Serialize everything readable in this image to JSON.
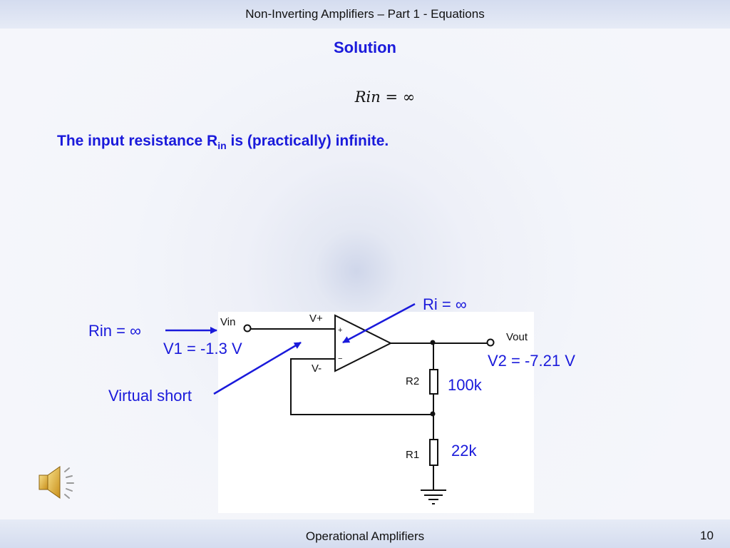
{
  "header": {
    "title": "Non-Inverting Amplifiers – Part 1 - Equations"
  },
  "slide": {
    "heading": "Solution",
    "equation": {
      "lhs": "Rin",
      "eq": " = ∞"
    },
    "statement": {
      "before": "The input resistance R",
      "sub": "in",
      "after": " is (practically) infinite."
    }
  },
  "circuit": {
    "vin_label": "Vin",
    "vplus_label": "V+",
    "vminus_label": "V-",
    "vout_label": "Vout",
    "r2_label": "R2",
    "r1_label": "R1",
    "plus_sign": "+",
    "minus_sign": "−"
  },
  "annotations": {
    "rin": "Rin = ∞",
    "v1": "V1 = -1.3 V",
    "virtual_short": "Virtual short",
    "ri": "Ri = ∞",
    "v2": "V2 = -7.21 V",
    "r2_value": "100k",
    "r1_value": "22k"
  },
  "colors": {
    "accent": "#1a1adb"
  },
  "icons": {
    "audio": "speaker-icon"
  },
  "footer": {
    "title": "Operational Amplifiers",
    "page": "10"
  }
}
